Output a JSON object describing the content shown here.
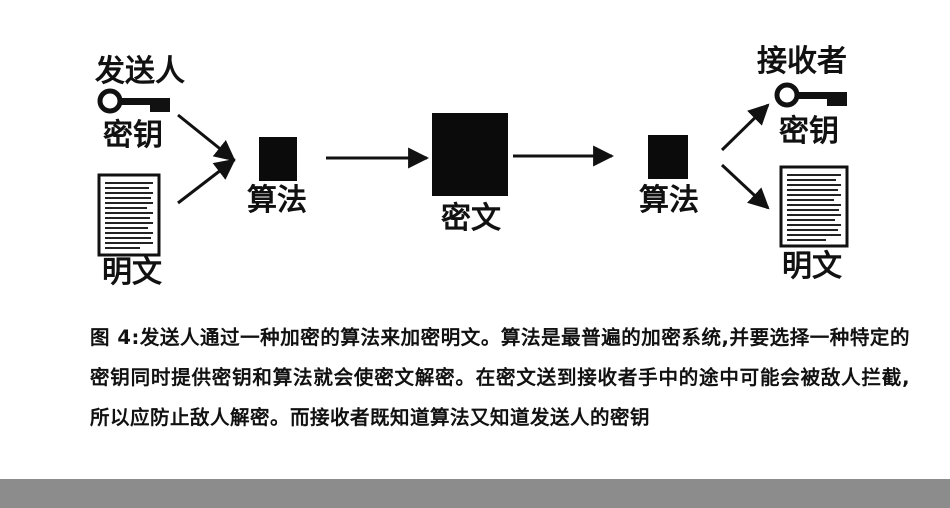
{
  "diagram": {
    "sender_label": "发送人",
    "sender_key_label": "密钥",
    "sender_plaintext_label": "明文",
    "left_algorithm_label": "算法",
    "ciphertext_label": "密文",
    "right_algorithm_label": "算法",
    "receiver_label": "接收者",
    "receiver_key_label": "密钥",
    "receiver_plaintext_label": "明文"
  },
  "caption": {
    "text": "图 4:发送人通过一种加密的算法来加密明文。算法是最普遍的加密系统,并要选择一种特定的密钥同时提供密钥和算法就会使密文解密。在密文送到接收者手中的途中可能会被敌人拦截,所以应防止敌人解密。而接收者既知道算法又知道发送人的密钥"
  }
}
